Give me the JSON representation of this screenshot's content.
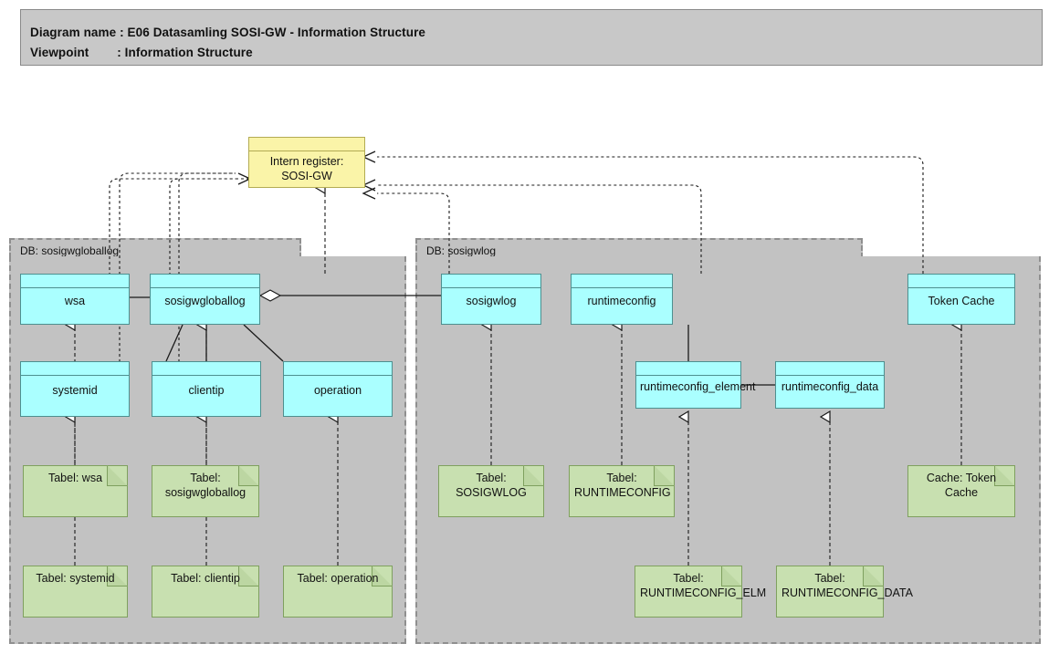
{
  "header": {
    "line1": "Diagram name : E06 Datasamling SOSI-GW - Information Structure",
    "line2": "Viewpoint        : Information Structure"
  },
  "register": {
    "label": "Intern register: SOSI-GW",
    "color": "#faf4a8"
  },
  "groups": [
    {
      "id": "db-sosigwgloballog",
      "label": "DB: sosigwgloballog"
    },
    {
      "id": "db-sosigwlog",
      "label": "DB: sosigwlog"
    }
  ],
  "entities": [
    {
      "id": "wsa",
      "label": "wsa"
    },
    {
      "id": "sosigwgloballog",
      "label": "sosigwgloballog"
    },
    {
      "id": "systemid",
      "label": "systemid"
    },
    {
      "id": "clientip",
      "label": "clientip"
    },
    {
      "id": "operation",
      "label": "operation"
    },
    {
      "id": "sosigwlog",
      "label": "sosigwlog"
    },
    {
      "id": "runtimeconfig",
      "label": "runtimeconfig"
    },
    {
      "id": "runtimeconfig_element",
      "label": "runtimeconfig_element"
    },
    {
      "id": "runtimeconfig_data",
      "label": "runtimeconfig_data"
    },
    {
      "id": "token_cache",
      "label": "Token Cache"
    }
  ],
  "notes": [
    {
      "id": "tabel-wsa",
      "label": "Tabel: wsa"
    },
    {
      "id": "tabel-sosigwgloballog",
      "label": "Tabel: sosigwgloballog"
    },
    {
      "id": "tabel-systemid",
      "label": "Tabel: systemid"
    },
    {
      "id": "tabel-clientip",
      "label": "Tabel: clientip"
    },
    {
      "id": "tabel-operation",
      "label": "Tabel: operation"
    },
    {
      "id": "tabel-sosigwlog",
      "label": "Tabel: SOSIGWLOG"
    },
    {
      "id": "tabel-runtimeconfig",
      "label": "Tabel: RUNTIMECONFIG"
    },
    {
      "id": "tabel-runtimeconfig-elm",
      "label": "Tabel: RUNTIMECONFIG_ELM"
    },
    {
      "id": "tabel-runtimeconfig-data",
      "label": "Tabel: RUNTIMECONFIG_DATA"
    },
    {
      "id": "cache-token-cache",
      "label": "Cache: Token Cache"
    }
  ],
  "colors": {
    "entity_fill": "#aaffff",
    "entity_stroke": "#4d8f8f",
    "note_fill": "#c8e0b0",
    "note_stroke": "#7fa05f",
    "group_fill": "#c2c2c2",
    "group_stroke": "#8f8f8f",
    "banner_fill": "#c8c8c8",
    "register_fill": "#faf4a8",
    "line": "#1a1a1a"
  }
}
